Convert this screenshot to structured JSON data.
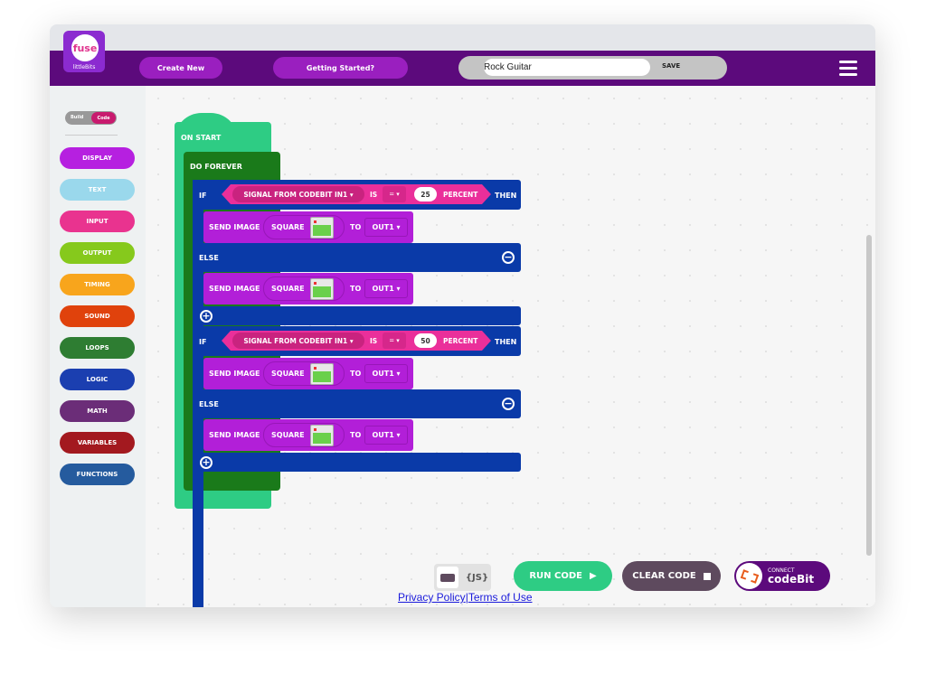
{
  "header": {
    "create_new": "Create New",
    "getting_started": "Getting Started?",
    "project_name": "Rock Guitar",
    "save": "SAVE",
    "logo_text": "fuse",
    "logo_sub": "littleBits"
  },
  "mode_toggle": {
    "build": "Build",
    "code": "Code",
    "selected": "Code"
  },
  "categories": [
    {
      "label": "DISPLAY",
      "color": "#b620e0"
    },
    {
      "label": "TEXT",
      "color": "#9ad8ec"
    },
    {
      "label": "INPUT",
      "color": "#e9338f"
    },
    {
      "label": "OUTPUT",
      "color": "#86c91c"
    },
    {
      "label": "TIMING",
      "color": "#f8a51c"
    },
    {
      "label": "SOUND",
      "color": "#e0420c"
    },
    {
      "label": "LOOPS",
      "color": "#2e7d32"
    },
    {
      "label": "LOGIC",
      "color": "#1b3fb0"
    },
    {
      "label": "MATH",
      "color": "#6b2d78"
    },
    {
      "label": "VARIABLES",
      "color": "#a3191f"
    },
    {
      "label": "FUNCTIONS",
      "color": "#255b9e"
    }
  ],
  "blocks": {
    "on_start": "ON START",
    "do_forever": "DO FOREVER",
    "ifs": [
      {
        "if": "IF",
        "signal": "SIGNAL FROM CODEBIT",
        "input": "IN1 ▾",
        "is": "IS",
        "op": "= ▾",
        "value": "25",
        "percent": "PERCENT",
        "then": "THEN",
        "else": "ELSE",
        "then_send": {
          "label": "SEND IMAGE",
          "image": "SQUARE",
          "to": "TO",
          "out": "OUT1 ▾"
        },
        "else_send": {
          "label": "SEND IMAGE",
          "image": "SQUARE",
          "to": "TO",
          "out": "OUT1 ▾"
        }
      },
      {
        "if": "IF",
        "signal": "SIGNAL FROM CODEBIT",
        "input": "IN1 ▾",
        "is": "IS",
        "op": "= ▾",
        "value": "50",
        "percent": "PERCENT",
        "then": "THEN",
        "else": "ELSE",
        "then_send": {
          "label": "SEND IMAGE",
          "image": "SQUARE",
          "to": "TO",
          "out": "OUT1 ▾"
        },
        "else_send": {
          "label": "SEND IMAGE",
          "image": "SQUARE",
          "to": "TO",
          "out": "OUT1 ▾"
        }
      }
    ]
  },
  "footer": {
    "js_label": "{JS}",
    "run_code": "RUN CODE",
    "clear_code": "CLEAR CODE",
    "connect": "CONNECT",
    "codebit": "codeBit",
    "privacy": "Privacy Policy",
    "sep": "|",
    "terms": "Terms of Use"
  },
  "colors": {
    "header": "#5c0a7c",
    "on_start": "#2ecc84",
    "do_forever": "#1a7a1a",
    "if_block": "#0a3aa8",
    "send_image": "#b21fd8",
    "condition": "#ea2f9a",
    "run": "#2ecc84",
    "clear": "#5e4a5e"
  }
}
